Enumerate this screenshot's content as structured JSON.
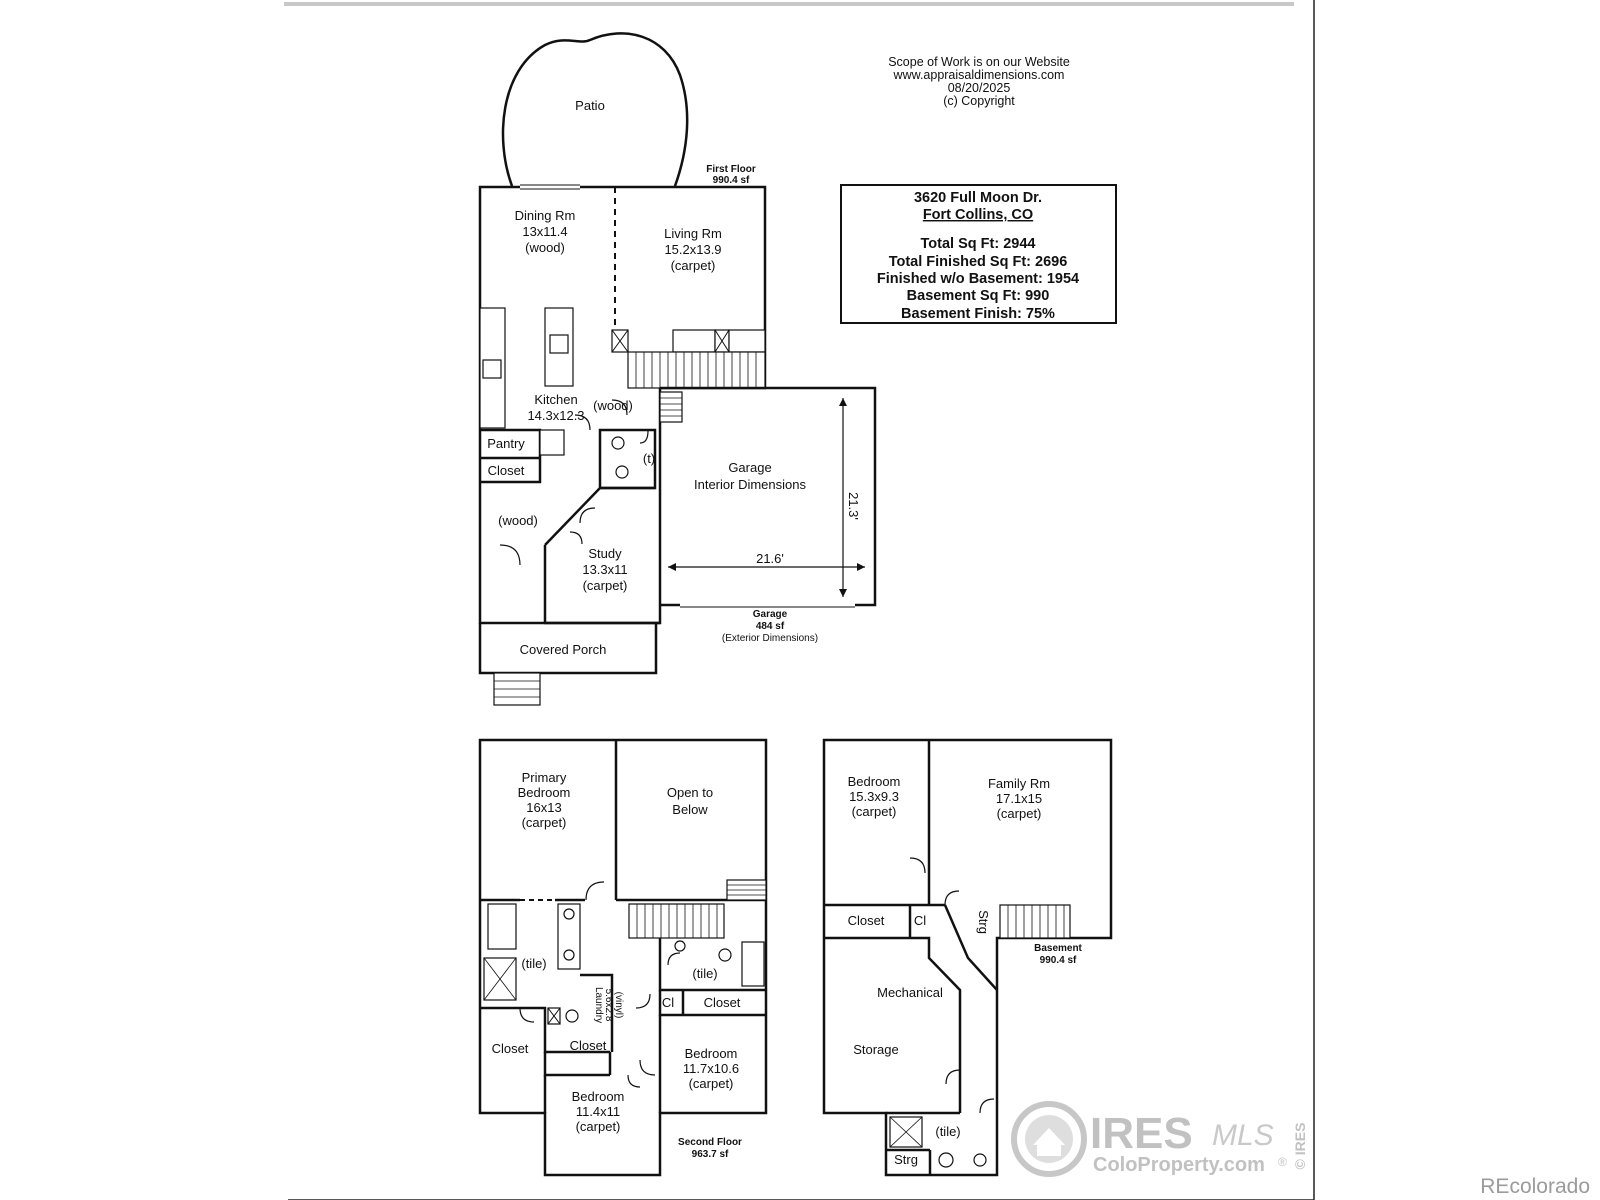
{
  "header": {
    "scope_lines": [
      "Scope of Work is on our Website",
      "www.appraisaldimensions.com",
      "08/20/2025",
      "(c) Copyright"
    ]
  },
  "summary": {
    "address_line1": "3620 Full Moon Dr.",
    "address_line2": "Fort Collins, CO",
    "lines": [
      "Total Sq Ft:  2944",
      "Total Finished Sq Ft:  2696",
      "Finished w/o Basement:  1954",
      "Basement Sq Ft:  990",
      "Basement Finish:  75%"
    ]
  },
  "first_floor": {
    "caption": [
      "First Floor",
      "990.4 sf"
    ],
    "patio": "Patio",
    "dining": [
      "Dining Rm",
      "13x11.4",
      "(wood)"
    ],
    "living": [
      "Living Rm",
      "15.2x13.9",
      "(carpet)"
    ],
    "kitchen": [
      "Kitchen",
      "14.3x12.3"
    ],
    "kitchen_floor": "(wood)",
    "pantry": "Pantry",
    "closet": "Closet",
    "bath_floor": "(t)",
    "hall_floor": "(wood)",
    "study": [
      "Study",
      "13.3x11",
      "(carpet)"
    ],
    "porch": "Covered Porch",
    "garage": [
      "Garage",
      "Interior Dimensions"
    ],
    "garage_width": "21.6'",
    "garage_depth": "21.3'",
    "garage_caption": [
      "Garage",
      "484 sf",
      "(Exterior Dimensions)"
    ]
  },
  "second_floor": {
    "caption": [
      "Second Floor",
      "963.7 sf"
    ],
    "primary": [
      "Primary",
      "Bedroom",
      "16x13",
      "(carpet)"
    ],
    "open": [
      "Open to",
      "Below"
    ],
    "bath1_floor": "(tile)",
    "bath2_floor": "(tile)",
    "laundry": [
      "Laundry",
      "5.6x2.8",
      "(vinyl)"
    ],
    "cl": "Cl",
    "closet_a": "Closet",
    "closet_b": "Closet",
    "closet_c": "Closet",
    "bed2": [
      "Bedroom",
      "11.7x10.6",
      "(carpet)"
    ],
    "bed3": [
      "Bedroom",
      "11.4x11",
      "(carpet)"
    ]
  },
  "basement": {
    "caption": [
      "Basement",
      "990.4 sf"
    ],
    "bedroom": [
      "Bedroom",
      "15.3x9.3",
      "(carpet)"
    ],
    "family": [
      "Family Rm",
      "17.1x15",
      "(carpet)"
    ],
    "closet": "Closet",
    "cl": "Cl",
    "strg_v": "Strg",
    "mechanical": "Mechanical",
    "storage": "Storage",
    "bath_floor": "(tile)",
    "strg": "Strg"
  },
  "watermark": {
    "ires": "IRES",
    "mls": "MLS",
    "site": "ColoProperty.com",
    "reg": "®",
    "side": "© IRES",
    "corner": "REcolorado"
  }
}
